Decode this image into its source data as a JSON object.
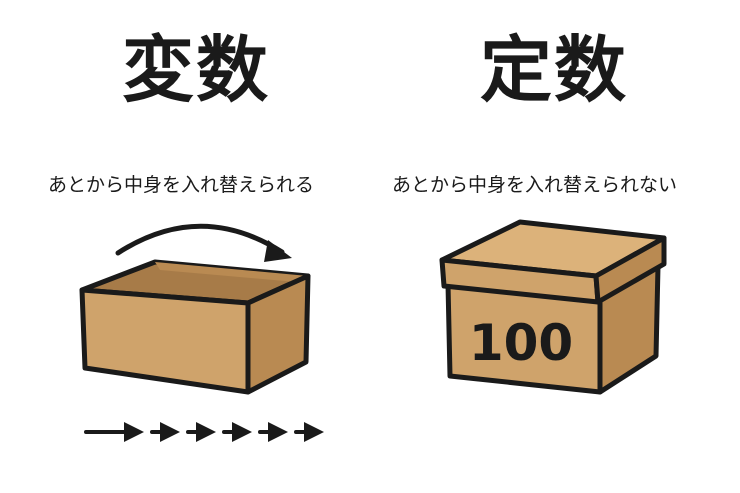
{
  "variable": {
    "title": "変数",
    "caption": "あとから中身を入れ替えられる"
  },
  "constant": {
    "title": "定数",
    "caption": "あとから中身を入れ替えられない",
    "box_value": "100"
  },
  "colors": {
    "box_front": "#cfa36b",
    "box_side": "#b98a52",
    "box_top": "#dcb27a",
    "box_inside": "#a77b48",
    "outline": "#1a1a1a"
  },
  "icons": [
    "curved-arrow-icon",
    "right-arrow-icon"
  ]
}
